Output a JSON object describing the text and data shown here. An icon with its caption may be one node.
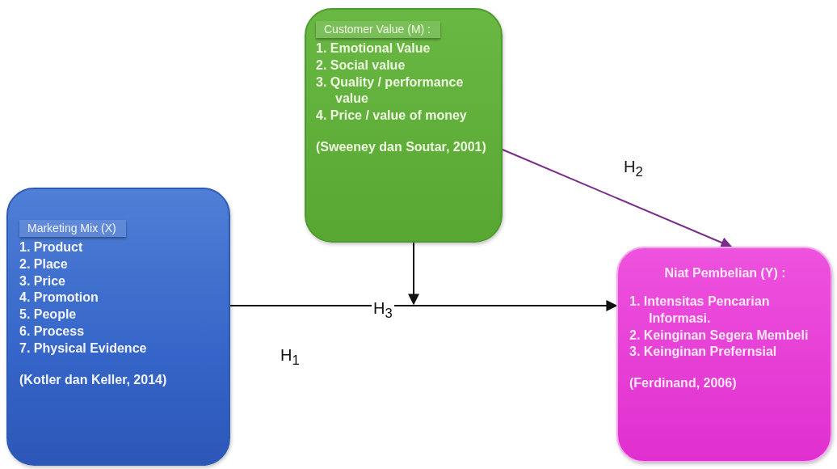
{
  "diagram": {
    "nodes": [
      {
        "text": [
          "Marketing Mix (X)",
          "1. Product",
          "2. Place",
          "3. Price",
          "4. Promotion",
          "5. People",
          "6. Process",
          "7. Physical Evidence",
          "(Kotler dan Keller, 2014)"
        ]
      },
      {
        "text": [
          "Customer Value (M) :",
          "1. Emotional Value",
          "2. Social value",
          "3. Quality / performance value",
          "4. Price / value of money",
          "(Sweeney dan Soutar, 2001)"
        ]
      },
      {
        "text": [
          "Niat  Pembelian (Y) :",
          "1. Intensitas Pencarian Informasi.",
          "2. Keinginan Segera Membeli",
          "3. Keinginan Prefernsial",
          "(Ferdinand, 2006)"
        ]
      }
    ],
    "edges": [
      {
        "from": 0,
        "to": 2,
        "arrow": "to",
        "label": "H$_{1}$"
      },
      {
        "from": 1,
        "to": 2,
        "arrow": "to",
        "label": "H$_{2}$",
        "color": "#7a2c8c"
      },
      {
        "from": 1,
        "to": null,
        "arrow": "to",
        "label": "H$_{3}$"
      }
    ]
  }
}
